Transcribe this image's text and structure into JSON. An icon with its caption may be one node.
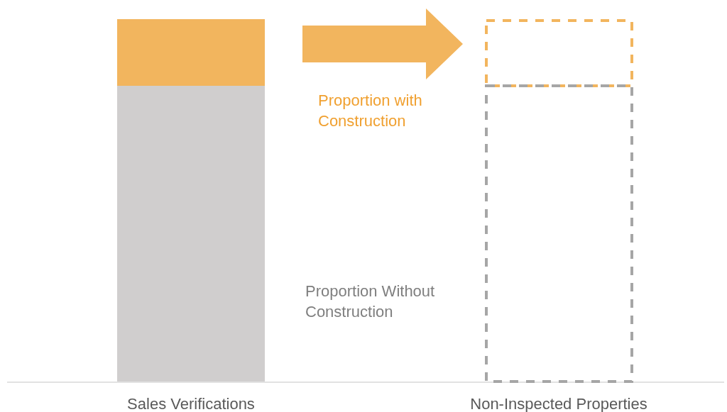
{
  "diagram": {
    "nodes": [
      {
        "text": [],
        "shape": "bar"
      },
      {
        "text": [],
        "shape": "bar"
      },
      {
        "text": [],
        "shape": "box"
      },
      {
        "text": [],
        "shape": "box"
      }
    ],
    "edges": [
      {
        "from": 0,
        "to": 2,
        "arrow": "to",
        "style": "thick"
      }
    ],
    "labels": [
      "Proportion with Construction",
      "Proportion Without Construction",
      "Sales Verifications",
      "Non-Inspected Properties"
    ]
  }
}
